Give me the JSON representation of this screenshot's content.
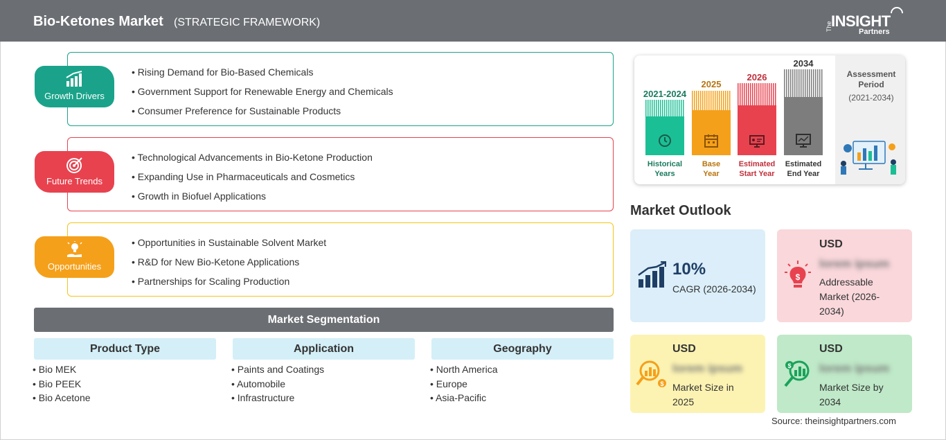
{
  "header": {
    "title": "Bio-Ketones Market",
    "subtitle": "(STRATEGIC FRAMEWORK)",
    "logo": {
      "the": "The",
      "insight": "INSIGHT",
      "partners": "Partners"
    }
  },
  "categories": [
    {
      "label": "Growth Drivers",
      "color": "#1aa38a",
      "icon": "growth-chart-icon",
      "items": [
        "Rising Demand for Bio-Based Chemicals",
        "Government Support for Renewable Energy and Chemicals",
        "Consumer Preference for Sustainable Products"
      ]
    },
    {
      "label": "Future Trends",
      "color": "#e8424f",
      "icon": "target-icon",
      "items": [
        "Technological Advancements in Bio-Ketone Production",
        "Expanding Use in Pharmaceuticals and Cosmetics",
        "Growth in Biofuel Applications"
      ]
    },
    {
      "label": "Opportunities",
      "color": "#f5a01a",
      "icon": "lightbulb-hand-icon",
      "items": [
        "Opportunities in Sustainable Solvent Market",
        "R&D for New Bio-Ketone Applications",
        "Partnerships for Scaling Production"
      ]
    }
  ],
  "segmentation": {
    "title": "Market Segmentation",
    "columns": [
      {
        "heading": "Product Type",
        "items": [
          "Bio MEK",
          "Bio PEEK",
          "Bio Acetone"
        ]
      },
      {
        "heading": "Application",
        "items": [
          "Paints and Coatings",
          "Automobile",
          "Infrastructure"
        ]
      },
      {
        "heading": "Geography",
        "items": [
          "North America",
          "Europe",
          "Asia-Pacific"
        ]
      }
    ]
  },
  "timeline": {
    "bars": [
      {
        "year": "2021-2024",
        "label_line1": "Historical",
        "label_line2": "Years",
        "color": "#1bbf95",
        "year_color": "#1a7a5e",
        "icon": "history-icon"
      },
      {
        "year": "2025",
        "label_line1": "Base",
        "label_line2": "Year",
        "color": "#f5a01a",
        "year_color": "#b8740e",
        "icon": "calendar-icon"
      },
      {
        "year": "2026",
        "label_line1": "Estimated",
        "label_line2": "Start Year",
        "color": "#e8424f",
        "year_color": "#c0303b",
        "icon": "presentation-icon"
      },
      {
        "year": "2034",
        "label_line1": "Estimated",
        "label_line2": "End Year",
        "color": "#7d7d7d",
        "year_color": "#333333",
        "icon": "monitor-chart-icon"
      }
    ],
    "assessment": {
      "line1": "Assessment",
      "line2": "Period",
      "period": "(2021-2034)"
    }
  },
  "outlook": {
    "title": "Market Outlook",
    "cagr": {
      "value": "10%",
      "label": "CAGR (2026-2034)"
    },
    "addressable": {
      "usd": "USD",
      "value": "lorem ipsum",
      "line1": "Addressable",
      "line2": "Market (2026-",
      "line3": "2034)"
    },
    "size2025": {
      "usd": "USD",
      "value": "lorem ipsum",
      "line1": "Market Size in",
      "line2": "2025"
    },
    "size2034": {
      "usd": "USD",
      "value": "lorem ipsum",
      "line1": "Market Size by",
      "line2": "2034"
    }
  },
  "source": "Source: theinsightpartners.com"
}
